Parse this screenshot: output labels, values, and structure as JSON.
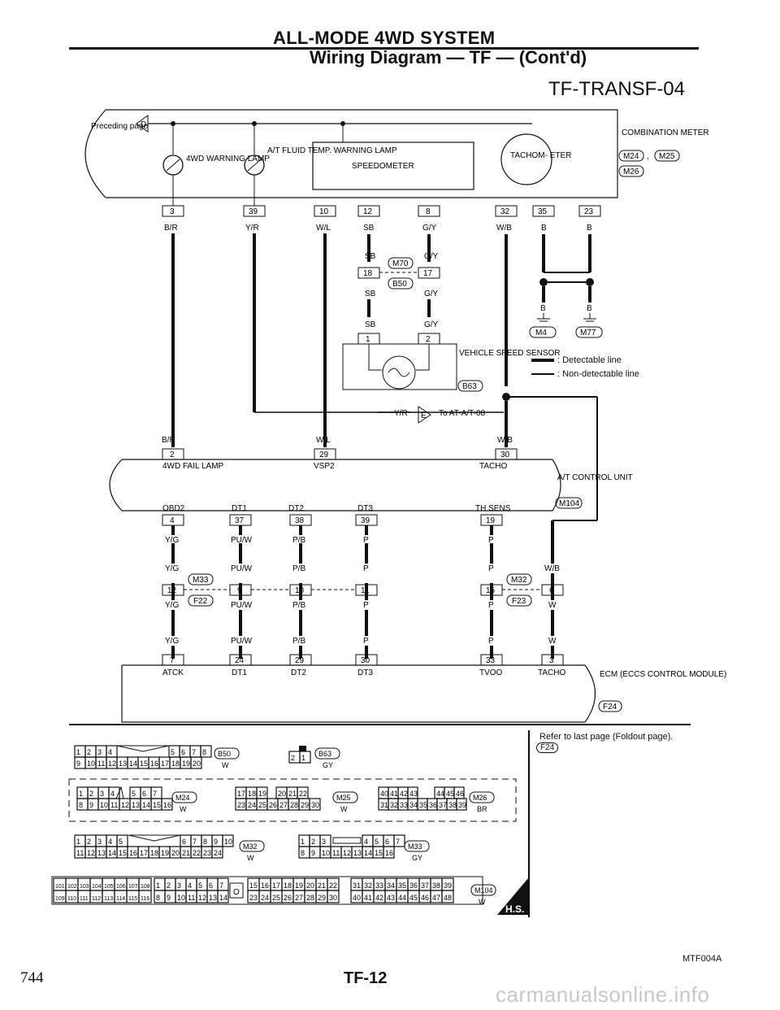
{
  "header": {
    "title": "ALL-MODE 4WD SYSTEM",
    "subtitle": "Wiring Diagram — TF — (Cont'd)",
    "diagram_code": "TF-TRANSF-04"
  },
  "meter": {
    "preceding_label": "Preceding page",
    "preceding_ref": "D",
    "lamp_4wd": "4WD WARNING LAMP",
    "lamp_atf": "A/T FLUID TEMP. WARNING LAMP",
    "speedometer": "SPEEDOMETER",
    "tachometer": "TACHOM- ETER",
    "unit_name": "COMBINATION METER",
    "connectors": [
      "M24",
      "M25",
      "M26"
    ],
    "terminals": [
      "3",
      "39",
      "10",
      "12",
      "8",
      "32",
      "35",
      "23"
    ],
    "wire_colors": [
      "B/R",
      "Y/R",
      "W/L",
      "SB",
      "G/Y",
      "W/B",
      "B",
      "B"
    ]
  },
  "junction": {
    "upper_colors": [
      "SB",
      "G/Y"
    ],
    "terminals": [
      "18",
      "17"
    ],
    "connectors": [
      "M70",
      "B50"
    ],
    "lower_colors": [
      "SB",
      "G/Y",
      "SB",
      "G/Y"
    ]
  },
  "ground": {
    "colors": [
      "B",
      "B"
    ],
    "connectors": [
      "M4",
      "M77"
    ]
  },
  "sensor": {
    "terminals": [
      "1",
      "2"
    ],
    "name": "VEHICLE SPEED SENSOR",
    "connector": "B63"
  },
  "legend": {
    "detectable": ": Detectable line",
    "non_detectable": ": Non-detectable line"
  },
  "to_atat": {
    "color": "Y/R",
    "ref": "E",
    "dest": "To AT-A/T-08"
  },
  "tcm": {
    "upper_colors": [
      "B/R",
      "W/L",
      "W/B"
    ],
    "upper_terminals": [
      "2",
      "29",
      "30"
    ],
    "upper_labels": [
      "4WD FAIL LAMP",
      "VSP2",
      "TACHO"
    ],
    "name": "A/T CONTROL UNIT",
    "connector": "M104",
    "lower_labels": [
      "OBD2",
      "DT1",
      "DT2",
      "DT3",
      "TH SENS"
    ],
    "lower_terminals": [
      "4",
      "37",
      "38",
      "39",
      "19"
    ]
  },
  "harness": {
    "colors_row1": [
      "Y/G",
      "PU/W",
      "P/B",
      "P",
      "P"
    ],
    "colors_row2": [
      "Y/G",
      "PU/W",
      "P/B",
      "P",
      "P",
      "W/B"
    ],
    "terminals_a": [
      "12",
      "9",
      "10",
      "11",
      "15",
      "6"
    ],
    "connectors_a": [
      "M33",
      "F22",
      "M32",
      "F23"
    ],
    "colors_row3": [
      "Y/G",
      "PU/W",
      "P/B",
      "P",
      "P",
      "W"
    ],
    "colors_row4": [
      "Y/G",
      "PU/W",
      "P/B",
      "P",
      "P",
      "W"
    ]
  },
  "ecm": {
    "terminals": [
      "7",
      "24",
      "29",
      "30",
      "33",
      "3"
    ],
    "labels": [
      "ATCK",
      "DT1",
      "DT2",
      "DT3",
      "TVOO",
      "TACHO"
    ],
    "name": "ECM (ECCS CONTROL MODULE)",
    "connector": "F24"
  },
  "connectors_panel": {
    "b50": {
      "name": "B50",
      "color": "W",
      "top": [
        "1",
        "2",
        "3",
        "4",
        "5",
        "6",
        "7",
        "8"
      ],
      "bottom": [
        "9",
        "10",
        "11",
        "12",
        "13",
        "14",
        "15",
        "16",
        "17",
        "18",
        "19",
        "20"
      ]
    },
    "b63": {
      "name": "B63",
      "color": "GY",
      "cells": [
        "2",
        "1"
      ]
    },
    "m24": {
      "name": "M24",
      "color": "W",
      "top": [
        "1",
        "2",
        "3",
        "4",
        "5",
        "6",
        "7"
      ],
      "bottom": [
        "8",
        "9",
        "10",
        "11",
        "12",
        "13",
        "14",
        "15",
        "16"
      ]
    },
    "m25": {
      "name": "M25",
      "color": "W",
      "top": [
        "17",
        "18",
        "19",
        "20",
        "21",
        "22"
      ],
      "bottom": [
        "23",
        "24",
        "25",
        "26",
        "27",
        "28",
        "29",
        "30"
      ]
    },
    "m26": {
      "name": "M26",
      "color": "BR",
      "top": [
        "40",
        "41",
        "42",
        "43",
        "44",
        "45",
        "46"
      ],
      "bottom": [
        "31",
        "32",
        "33",
        "34",
        "35",
        "36",
        "37",
        "38",
        "39"
      ]
    },
    "m32": {
      "name": "M32",
      "color": "W",
      "top": [
        "1",
        "2",
        "3",
        "4",
        "5",
        "6",
        "7",
        "8",
        "9",
        "10"
      ],
      "bottom": [
        "11",
        "12",
        "13",
        "14",
        "15",
        "16",
        "17",
        "18",
        "19",
        "20",
        "21",
        "22",
        "23",
        "24"
      ]
    },
    "m33": {
      "name": "M33",
      "color": "GY",
      "top": [
        "1",
        "2",
        "3",
        "4",
        "5",
        "6",
        "7"
      ],
      "bottom": [
        "8",
        "9",
        "10",
        "11",
        "12",
        "13",
        "14",
        "15",
        "16"
      ]
    },
    "m104": {
      "name": "M104",
      "color": "W",
      "g1_top": [
        "101",
        "102",
        "103",
        "104",
        "105",
        "106",
        "107",
        "108"
      ],
      "g1_bottom": [
        "109",
        "110",
        "111",
        "112",
        "113",
        "114",
        "115",
        "116"
      ],
      "g2_top": [
        "1",
        "2",
        "3",
        "4",
        "5",
        "6",
        "7"
      ],
      "g2_bottom": [
        "8",
        "9",
        "10",
        "11",
        "12",
        "13",
        "14"
      ],
      "g3_top": [
        "15",
        "16",
        "17",
        "18",
        "19",
        "20",
        "21",
        "22"
      ],
      "g3_bottom": [
        "23",
        "24",
        "25",
        "26",
        "27",
        "28",
        "29",
        "30"
      ],
      "g4_top": [
        "31",
        "32",
        "33",
        "34",
        "35",
        "36",
        "37",
        "38",
        "39"
      ],
      "g4_bottom": [
        "40",
        "41",
        "42",
        "43",
        "44",
        "45",
        "46",
        "47",
        "48"
      ]
    },
    "hs_badge": "H.S."
  },
  "refer_note": "Refer to last page (Foldout page).",
  "refer_connector": "F24",
  "figure_code": "MTF004A",
  "page_number": "744",
  "page_ref": "TF-12",
  "watermark": "carmanualsonline.info"
}
